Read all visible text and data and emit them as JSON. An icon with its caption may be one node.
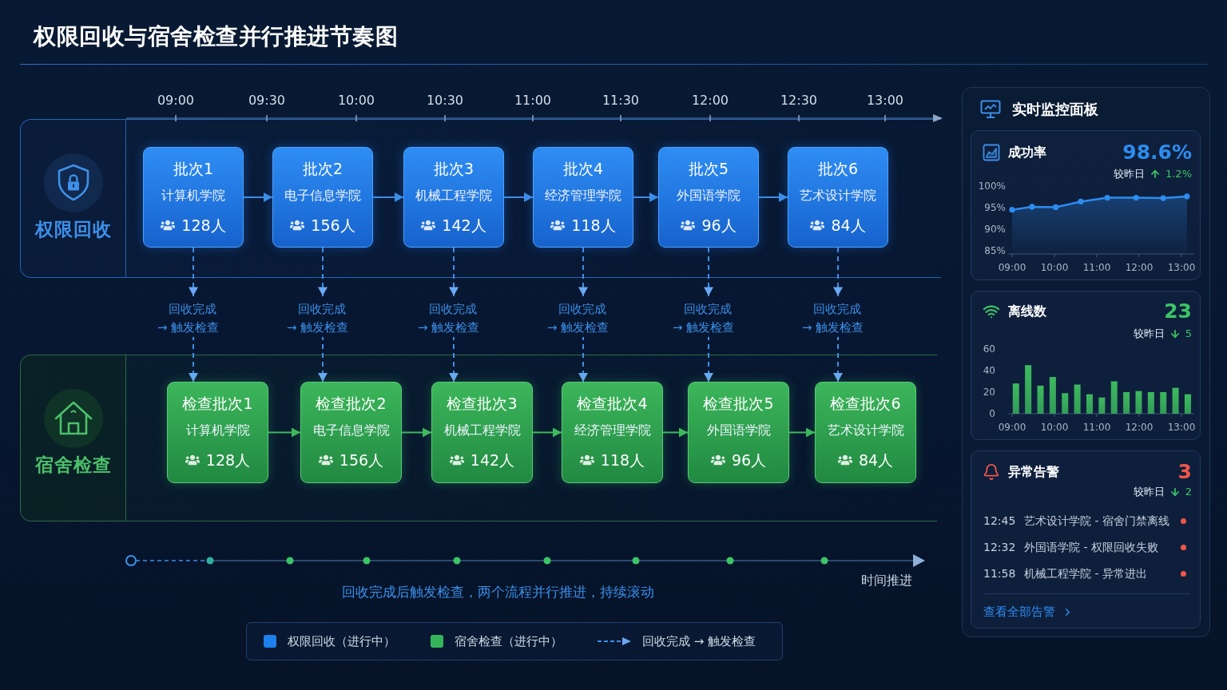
{
  "diagram": {
    "title": "权限回收与宿舍检查并行推进节奏图",
    "nodes": [
      {
        "text": [
          "权限回收"
        ]
      },
      {
        "text": [
          "批次1",
          "计算机学院",
          "128人"
        ],
        "in": 0
      },
      {
        "text": [
          "批次2",
          "电子信息学院",
          "156人"
        ],
        "in": 0
      },
      {
        "text": [
          "批次3",
          "机械工程学院",
          "142人"
        ],
        "in": 0
      },
      {
        "text": [
          "批次4",
          "经济管理学院",
          "118人"
        ],
        "in": 0
      },
      {
        "text": [
          "批次5",
          "外国语学院",
          "96人"
        ],
        "in": 0
      },
      {
        "text": [
          "批次6",
          "艺术设计学院",
          "84人"
        ],
        "in": 0
      },
      {
        "text": [
          "宿舍检查"
        ]
      },
      {
        "text": [
          "检查批次1",
          "计算机学院",
          "128人"
        ],
        "in": 7
      },
      {
        "text": [
          "检查批次2",
          "电子信息学院",
          "156人"
        ],
        "in": 7
      },
      {
        "text": [
          "检查批次3",
          "机械工程学院",
          "142人"
        ],
        "in": 7
      },
      {
        "text": [
          "检查批次4",
          "经济管理学院",
          "118人"
        ],
        "in": 7
      },
      {
        "text": [
          "检查批次5",
          "外国语学院",
          "96人"
        ],
        "in": 7
      },
      {
        "text": [
          "检查批次6",
          "艺术设计学院",
          "84人"
        ],
        "in": 7
      },
      {
        "text": [
          "实时监控面板"
        ]
      },
      {
        "text": [
          "成功率",
          "98.6%",
          "较昨日",
          "1.2%"
        ],
        "in": 14
      },
      {
        "text": [
          "离线数",
          "23",
          "较昨日",
          "5"
        ],
        "in": 14
      },
      {
        "text": [
          "异常告警",
          "3",
          "较昨日",
          "2",
          "12:45",
          "艺术设计学院 - 宿舍门禁离线",
          "12:32",
          "外国语学院 - 权限回收失败",
          "11:58",
          "机械工程学院 - 异常进出",
          "查看全部告警"
        ],
        "in": 14
      }
    ],
    "edges": [
      {
        "from": 1,
        "to": 2,
        "arrow": "to"
      },
      {
        "from": 2,
        "to": 3,
        "arrow": "to"
      },
      {
        "from": 3,
        "to": 4,
        "arrow": "to"
      },
      {
        "from": 4,
        "to": 5,
        "arrow": "to"
      },
      {
        "from": 5,
        "to": 6,
        "arrow": "to"
      },
      {
        "from": 1,
        "to": 8,
        "arrow": "to",
        "style": "dashed",
        "label": "回收完成 → 触发检查"
      },
      {
        "from": 2,
        "to": 9,
        "arrow": "to",
        "style": "dashed",
        "label": "回收完成 → 触发检查"
      },
      {
        "from": 3,
        "to": 10,
        "arrow": "to",
        "style": "dashed",
        "label": "回收完成 → 触发检查"
      },
      {
        "from": 4,
        "to": 11,
        "arrow": "to",
        "style": "dashed",
        "label": "回收完成 → 触发检查"
      },
      {
        "from": 5,
        "to": 12,
        "arrow": "to",
        "style": "dashed",
        "label": "回收完成 → 触发检查"
      },
      {
        "from": 6,
        "to": 13,
        "arrow": "to",
        "style": "dashed",
        "label": "回收完成 → 触发检查"
      },
      {
        "from": 8,
        "to": 9,
        "arrow": "to",
        "color": "#3fb85e"
      },
      {
        "from": 9,
        "to": 10,
        "arrow": "to",
        "color": "#3fb85e"
      },
      {
        "from": 10,
        "to": 11,
        "arrow": "to",
        "color": "#3fb85e"
      },
      {
        "from": 11,
        "to": 12,
        "arrow": "to",
        "color": "#3fb85e"
      },
      {
        "from": 12,
        "to": 13,
        "arrow": "to",
        "color": "#3fb85e"
      }
    ],
    "labels": [
      "09:00",
      "09:30",
      "10:00",
      "10:30",
      "11:00",
      "11:30",
      "12:00",
      "12:30",
      "13:00",
      "回收完成后触发检查，两个流程并行推进，持续滚动",
      "时间推进"
    ],
    "legend": [
      {
        "text": "权限回收（进行中）",
        "color": "#1e80ec"
      },
      {
        "text": "宿舍检查（进行中）",
        "color": "#35b55a"
      },
      {
        "text": "回收完成 → 触发检查"
      }
    ],
    "chart_data": [
      {
        "type": "area",
        "x": [
          9.0,
          9.47,
          10.03,
          10.62,
          11.25,
          11.93,
          12.57,
          13.13
        ],
        "series": [
          {
            "color": "#2d8cf0",
            "marker": "circle",
            "values": [
              94.5,
              95.2,
              95.1,
              96.4,
              97.3,
              97.3,
              97.2,
              97.6
            ]
          }
        ],
        "xlim": [
          8.9,
          13.3
        ],
        "xticks": [
          {
            "value": 9,
            "label": "09:00"
          },
          {
            "value": 10,
            "label": "10:00"
          },
          {
            "value": 11,
            "label": "11:00"
          },
          {
            "value": 12,
            "label": "12:00"
          },
          {
            "value": 13,
            "label": "13:00"
          }
        ],
        "yticks": [
          {
            "value": 85,
            "label": "85%"
          },
          {
            "value": 90,
            "label": "90%"
          },
          {
            "value": 95,
            "label": "95%"
          },
          {
            "value": 100,
            "label": "100%"
          }
        ],
        "ylim": [
          85,
          100
        ]
      },
      {
        "type": "bar",
        "x": [
          9.09,
          9.38,
          9.67,
          9.96,
          10.25,
          10.54,
          10.83,
          11.12,
          11.41,
          11.7,
          11.99,
          12.28,
          12.57,
          12.86,
          13.15
        ],
        "series": [
          {
            "color": "#3cba5e",
            "values": [
              28,
              45,
              26,
              34,
              19,
              27,
              18,
              15,
              30,
              20,
              21,
              20,
              20,
              24,
              18
            ]
          }
        ],
        "xlim": [
          8.9,
          13.3
        ],
        "xticks": [
          {
            "value": 9,
            "label": "09:00"
          },
          {
            "value": 10,
            "label": "10:00"
          },
          {
            "value": 11,
            "label": "11:00"
          },
          {
            "value": 12,
            "label": "12:00"
          },
          {
            "value": 13,
            "label": "13:00"
          }
        ],
        "yticks": [
          0,
          20,
          40,
          60
        ],
        "ylim": [
          0,
          60
        ]
      }
    ]
  }
}
